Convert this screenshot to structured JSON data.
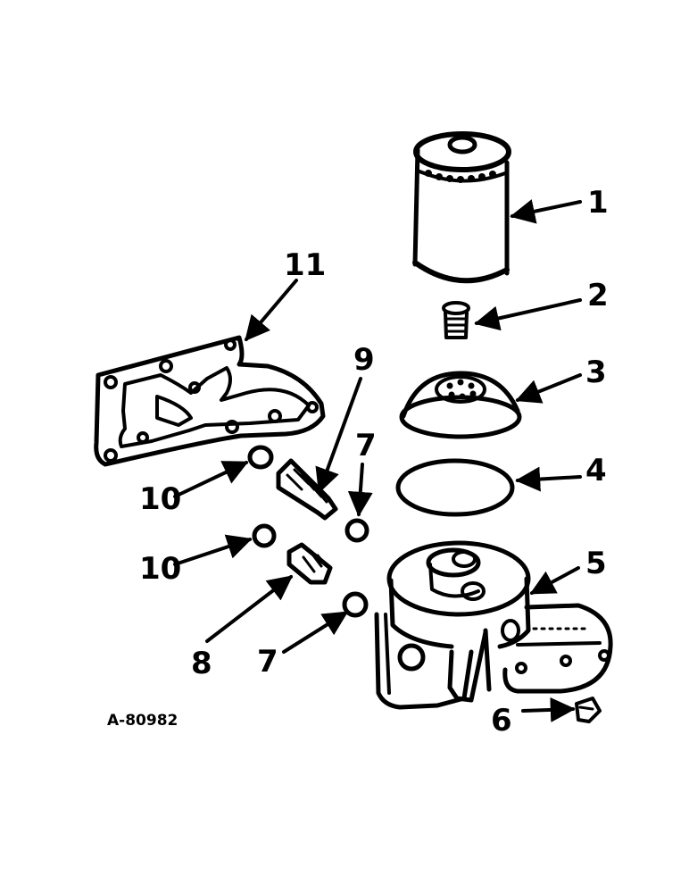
{
  "callouts": {
    "c1": "1",
    "c2": "2",
    "c3": "3",
    "c4": "4",
    "c5": "5",
    "c6": "6",
    "c7a": "7",
    "c7b": "7",
    "c8": "8",
    "c9": "9",
    "c10a": "10",
    "c10b": "10",
    "c11": "11"
  },
  "reference_code": "A-80982",
  "colors": {
    "ink": "#000000",
    "paper": "#ffffff"
  }
}
